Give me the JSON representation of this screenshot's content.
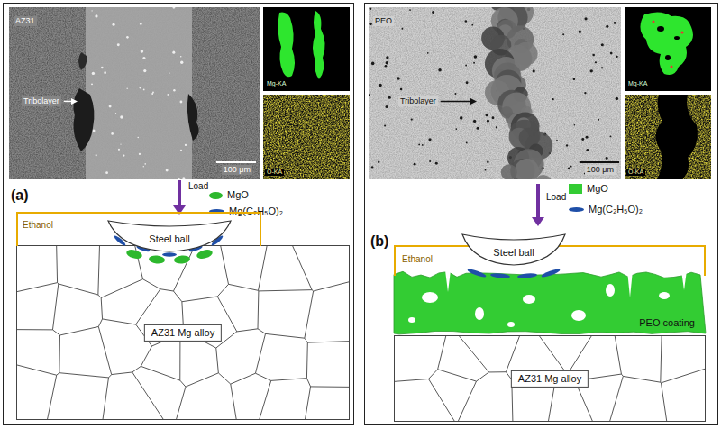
{
  "diagram": {
    "nodes": [
      {
        "text": [
          "(a)"
        ]
      },
      {
        "text": [
          "AZ31",
          "Tribolayer",
          "100 μm"
        ],
        "in": 0
      },
      {
        "text": [
          "Mg-KA"
        ],
        "in": 0
      },
      {
        "text": [
          "O-KA"
        ],
        "in": 0
      },
      {
        "text": [
          "Ethanol"
        ],
        "in": 0
      },
      {
        "text": [
          "Steel ball"
        ],
        "in": 4
      },
      {
        "text": [
          "AZ31 Mg alloy"
        ],
        "in": 0
      },
      {
        "text": [
          "(b)"
        ]
      },
      {
        "text": [
          "PEO",
          "Tribolayer",
          "100 μm"
        ],
        "in": 7
      },
      {
        "text": [
          "Mg-KA"
        ],
        "in": 7
      },
      {
        "text": [
          "O-KA"
        ],
        "in": 7
      },
      {
        "text": [
          "Ethanol"
        ],
        "in": 7
      },
      {
        "text": [
          "Steel ball"
        ],
        "in": 11
      },
      {
        "text": [
          "PEO coating"
        ],
        "in": 7
      },
      {
        "text": [
          "AZ31 Mg alloy"
        ],
        "in": 7
      }
    ],
    "labels": [
      "Load",
      "Load"
    ],
    "legend": [
      {
        "text": "MgO",
        "color": "#2db82d"
      },
      {
        "text": "Mg(C₂H₅O)₂",
        "color": "#1f4fa8"
      },
      {
        "text": "MgO",
        "color": "#33cc33"
      },
      {
        "text": "Mg(C₂H₅O)₂",
        "color": "#1f4fa8"
      }
    ]
  }
}
